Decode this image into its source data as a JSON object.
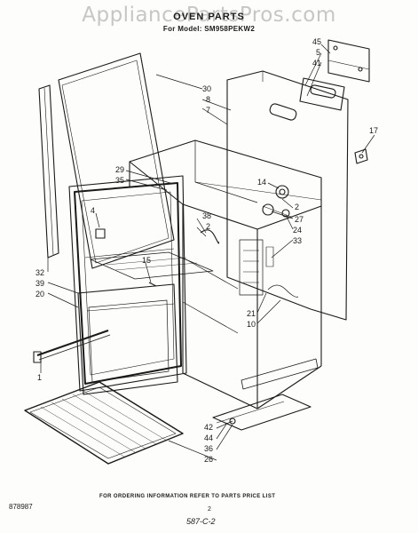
{
  "watermark": "AppliancePartsPros.com",
  "title": "OVEN PARTS",
  "model_line": "For Model: SM958PEKW2",
  "callouts": {
    "c45": "45",
    "c5": "5",
    "c41": "41",
    "c30": "30",
    "c8": "8",
    "c7": "7",
    "c17": "17",
    "c29": "29",
    "c35": "35",
    "c14": "14",
    "c2a": "2",
    "c27": "27",
    "c24": "24",
    "c33": "33",
    "c4": "4",
    "c38": "38",
    "c2b": "2",
    "c15": "15",
    "c32": "32",
    "c39": "39",
    "c20": "20",
    "c21": "21",
    "c10": "10",
    "c1": "1",
    "c42": "42",
    "c44": "44",
    "c36": "36",
    "c26": "26"
  },
  "footer": {
    "ordering_note": "FOR ORDERING INFORMATION REFER TO PARTS PRICE LIST",
    "doc_number": "878987",
    "page_number": "2",
    "code": "587-C-2"
  }
}
